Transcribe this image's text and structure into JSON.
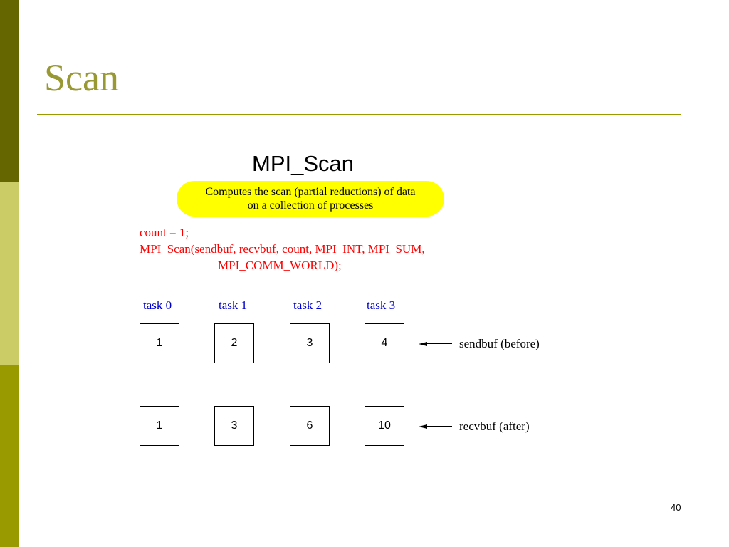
{
  "slide": {
    "title": "Scan",
    "page_number": "40"
  },
  "diagram": {
    "heading": "MPI_Scan",
    "description": [
      "Computes the scan (partial reductions) of data",
      "on a collection of processes"
    ],
    "code": [
      "count = 1;",
      "MPI_Scan(sendbuf, recvbuf, count, MPI_INT, MPI_SUM,",
      "MPI_COMM_WORLD);"
    ],
    "tasks": [
      "task 0",
      "task 1",
      "task 2",
      "task 3"
    ],
    "sendbuf": {
      "label": "sendbuf (before)",
      "values": [
        "1",
        "2",
        "3",
        "4"
      ]
    },
    "recvbuf": {
      "label": "recvbuf (after)",
      "values": [
        "1",
        "3",
        "6",
        "10"
      ]
    }
  },
  "colors": {
    "title": "#999933",
    "rule": "#999900",
    "sidebar_dark": "#666600",
    "sidebar_light": "#CCCC66",
    "sidebar_mid": "#999900",
    "highlight": "#ffff00",
    "code": "#ff0000",
    "task_label": "#0000cc"
  }
}
